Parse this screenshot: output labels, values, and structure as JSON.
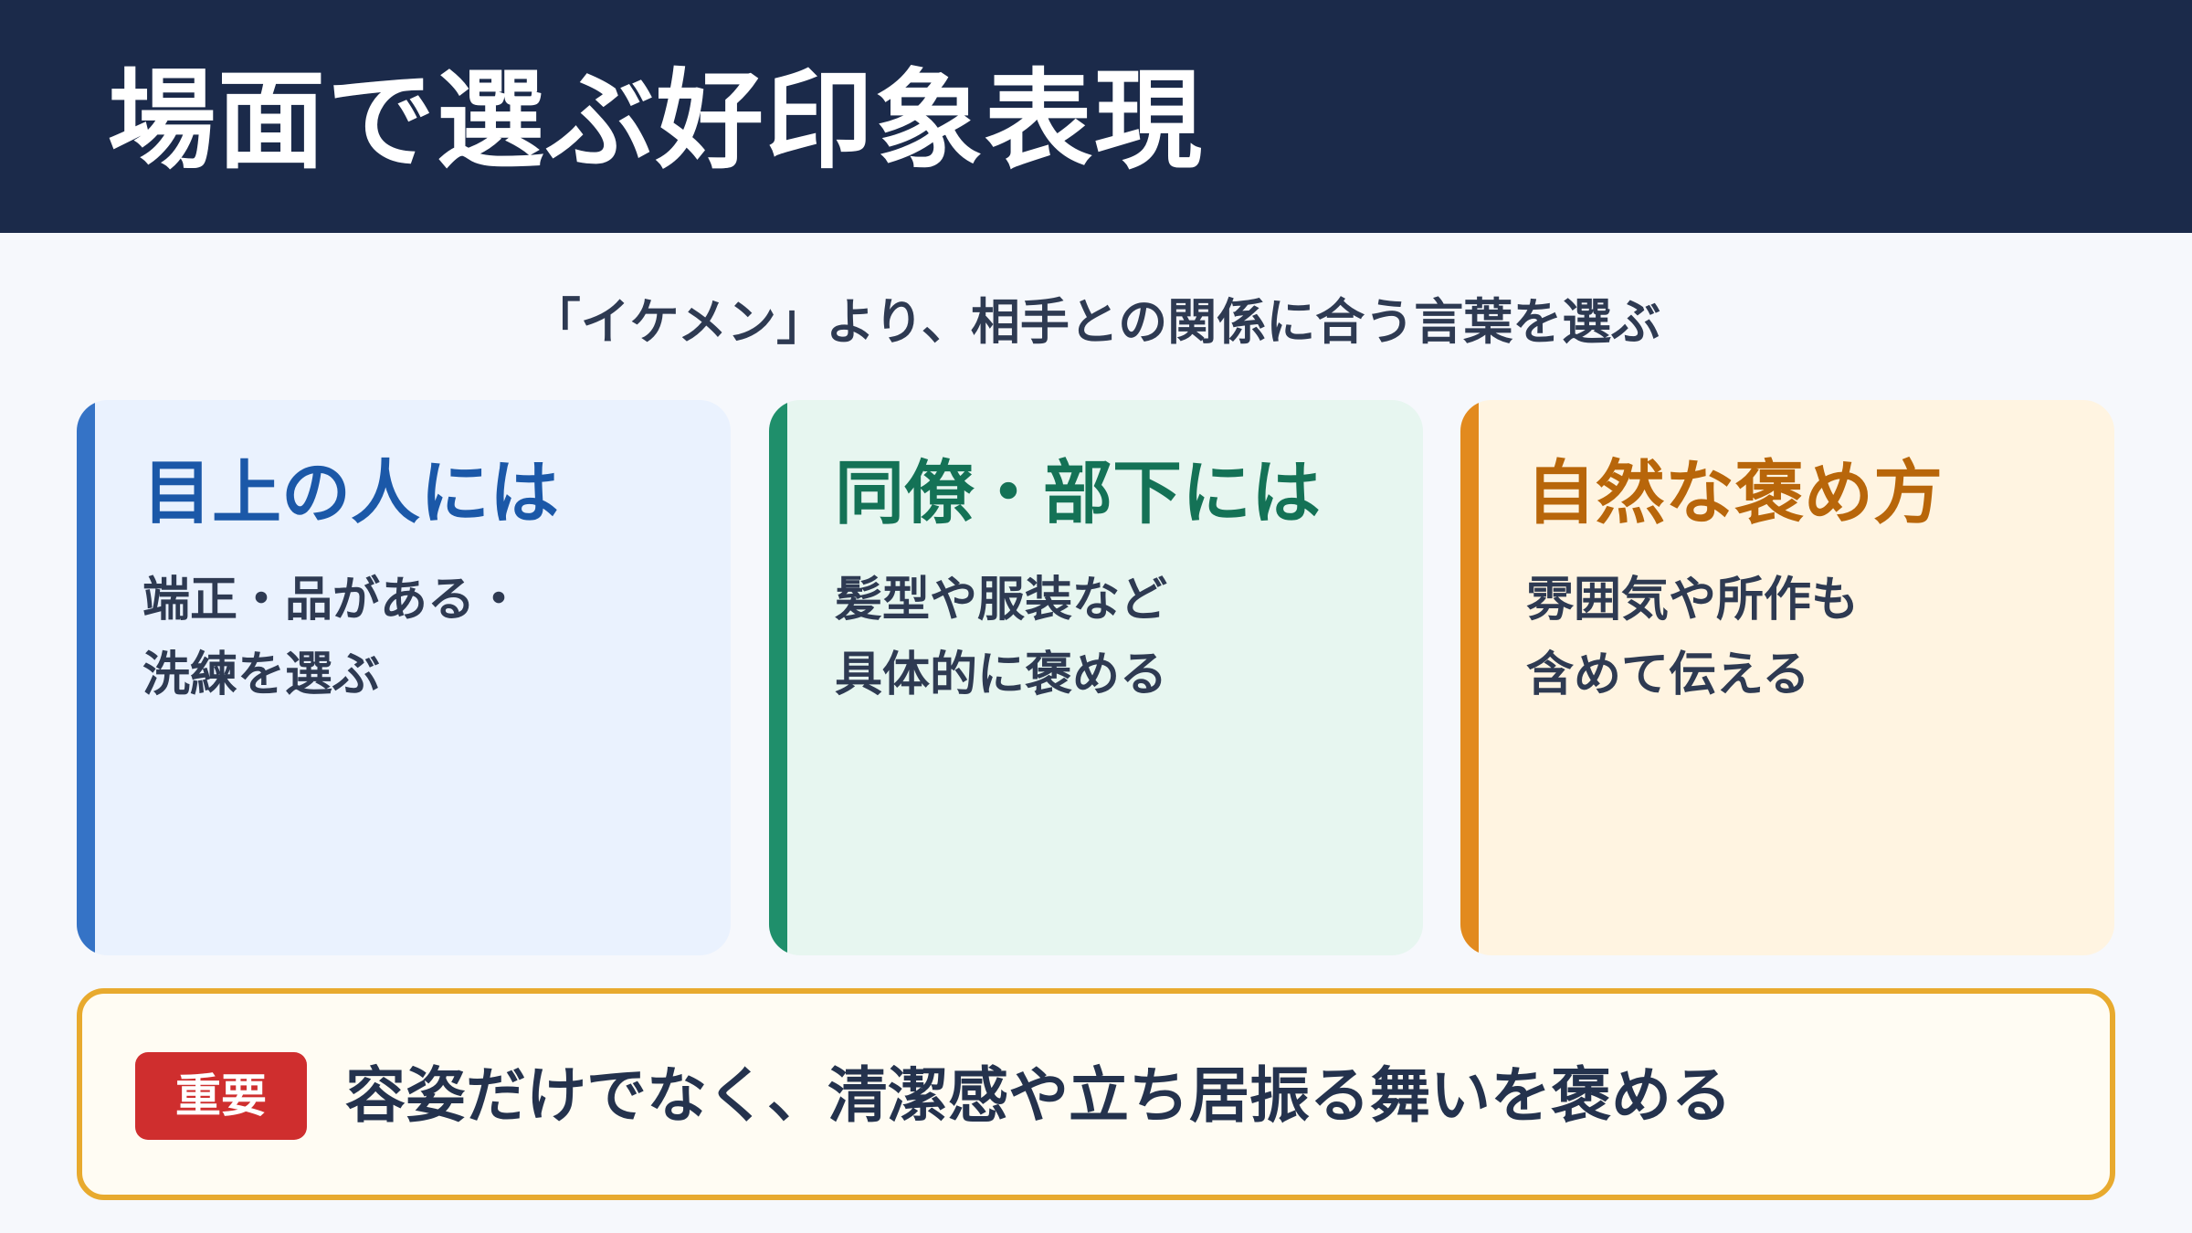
{
  "header": {
    "title": "場面で選ぶ好印象表現"
  },
  "subtitle": "「イケメン」より、相手との関係に合う言葉を選ぶ",
  "cards": [
    {
      "title": "目上の人には",
      "lines": [
        "端正・品がある・",
        "洗練を選ぶ"
      ],
      "accent_color": "#3573c6"
    },
    {
      "title": "同僚・部下には",
      "lines": [
        "髪型や服装など",
        "具体的に褒める"
      ],
      "accent_color": "#1f8f6b"
    },
    {
      "title": "自然な褒め方",
      "lines": [
        "雰囲気や所作も",
        "含めて伝える"
      ],
      "accent_color": "#e28a1e"
    }
  ],
  "note": {
    "badge": "重要",
    "text": "容姿だけでなく、清潔感や立ち居振る舞いを褒める",
    "badge_color": "#cf2e2e",
    "border_color": "#e8aa2e"
  },
  "colors": {
    "header_bg": "#1b2a4a",
    "page_bg": "#f6f8fc"
  }
}
